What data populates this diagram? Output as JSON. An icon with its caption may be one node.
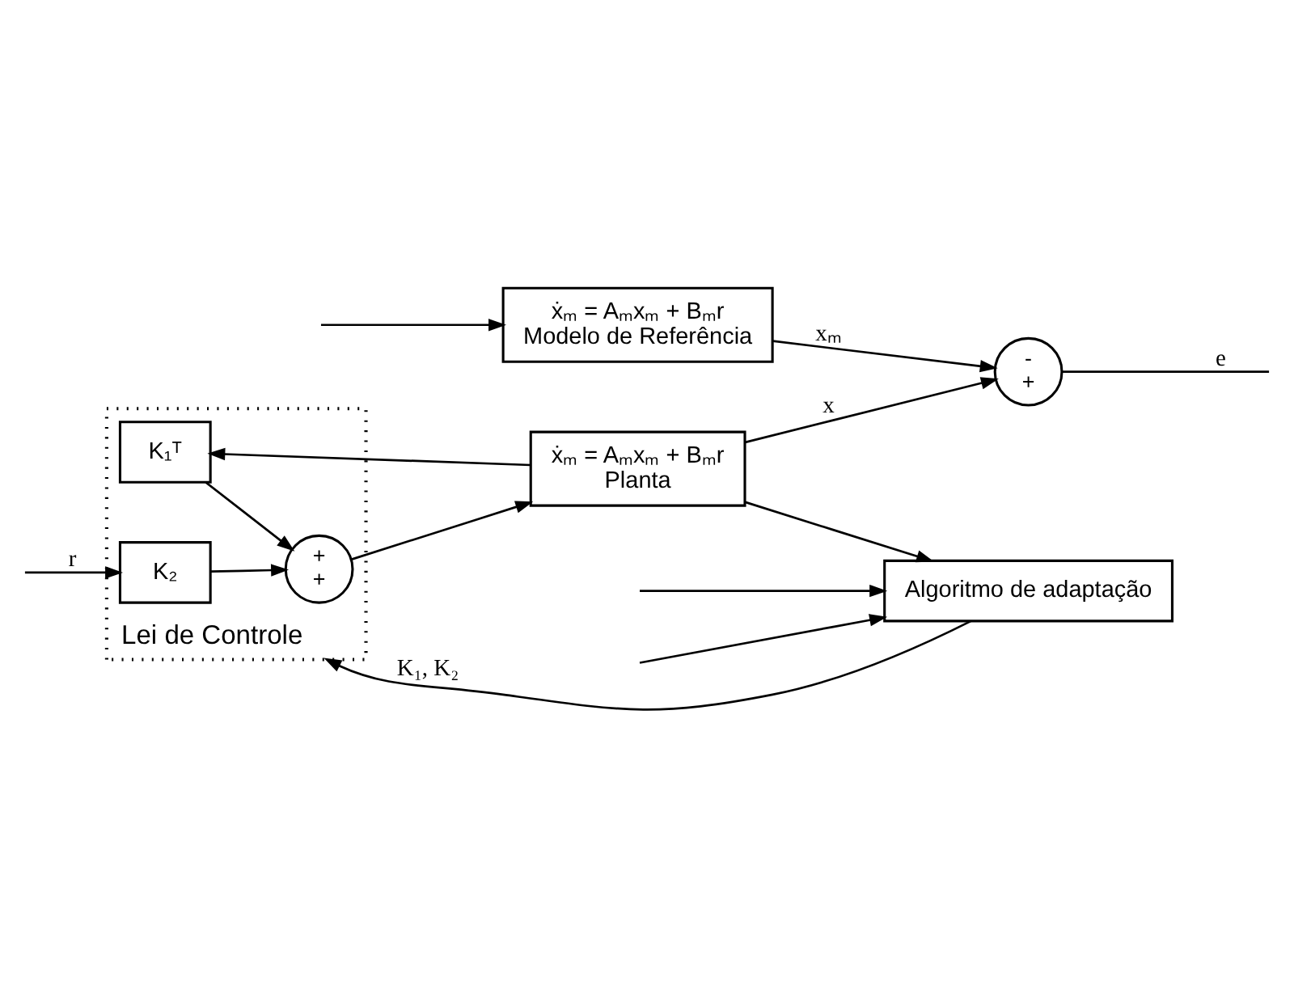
{
  "diagram": {
    "nodes": [
      {
        "text": [
          "Lei de Controle"
        ]
      },
      {
        "text": [
          "K₂"
        ],
        "in": 0
      },
      {
        "text": [
          "+",
          "+"
        ],
        "in": 0
      },
      {
        "text": [
          "K₁ᵀ"
        ],
        "in": 0
      },
      {
        "text": [
          "ẋₘ = Aₘxₘ + Bₘr",
          "Modelo de Referência"
        ]
      },
      {
        "text": [
          "ẋₘ = Aₘxₘ + Bₘr",
          "Planta"
        ]
      },
      {
        "text": [
          "-",
          "+"
        ]
      },
      {
        "text": [
          "Algoritmo de adaptação"
        ]
      }
    ],
    "edges": [
      {
        "from": null,
        "to": 1,
        "arrow": "to",
        "label": "r"
      },
      {
        "from": 1,
        "to": 2,
        "arrow": "to"
      },
      {
        "from": 2,
        "to": 5,
        "arrow": "to"
      },
      {
        "from": 4,
        "to": 6,
        "arrow": "to",
        "label": "xₘ"
      },
      {
        "from": 5,
        "to": 6,
        "arrow": "to",
        "label": "x"
      },
      {
        "from": 6,
        "to": null,
        "arrow": "none",
        "label": "e"
      },
      {
        "from": 5,
        "to": 3,
        "arrow": "to"
      },
      {
        "from": 3,
        "to": 2,
        "arrow": "to"
      },
      {
        "from": 5,
        "to": 7,
        "arrow": "to"
      },
      {
        "from": null,
        "to": 7,
        "arrow": "to"
      },
      {
        "from": null,
        "to": 7,
        "arrow": "to"
      },
      {
        "from": null,
        "to": 4,
        "arrow": "to"
      },
      {
        "from": 7,
        "to": 0,
        "arrow": "to",
        "label": "K₁, K₂"
      }
    ]
  }
}
